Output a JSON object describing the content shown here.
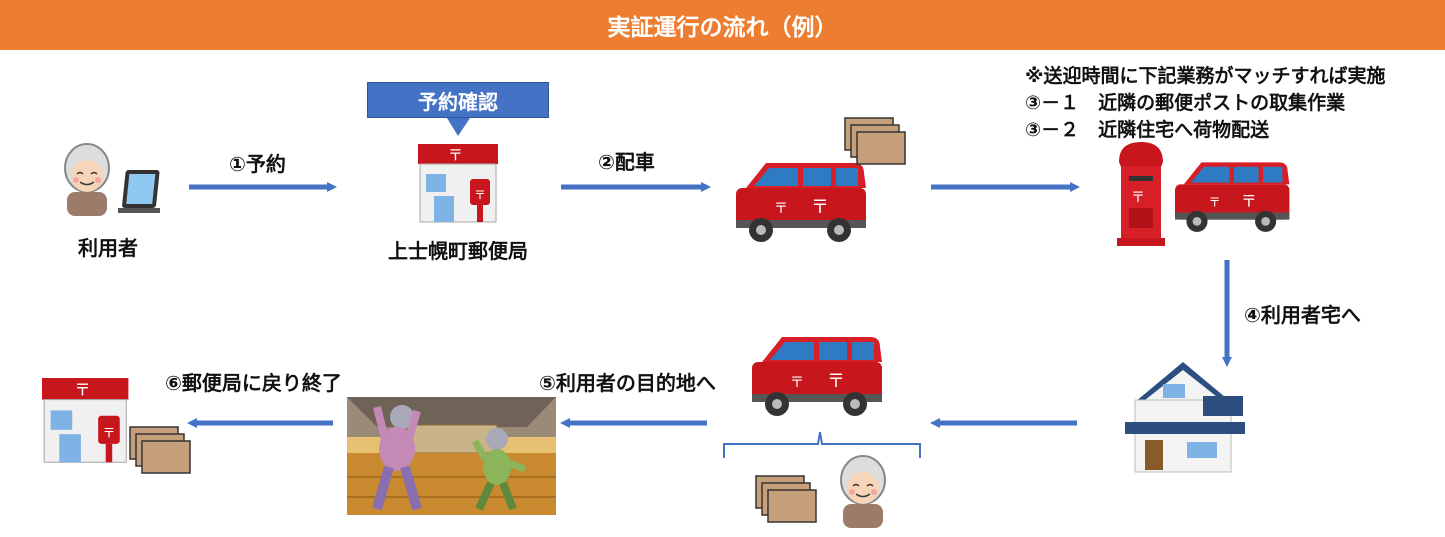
{
  "title": "実証運行の流れ（例）",
  "nodes": {
    "user": "利用者",
    "post_office": "上士幌町郵便局",
    "reservation_check": "予約確認"
  },
  "steps": {
    "s1": "①予約",
    "s2": "②配車",
    "s4": "④利用者宅へ",
    "s5": "⑤利用者の目的地へ",
    "s6": "⑥郵便局に戻り終了"
  },
  "note": {
    "line1": "※送迎時間に下記業務がマッチすれば実施",
    "line2": "③－１　近隣の郵便ポストの取集作業",
    "line3": "③－２　近隣住宅へ荷物配送"
  },
  "colors": {
    "title_bar": "#ed7d31",
    "arrow": "#4472c4",
    "postal_red": "#c8161d"
  }
}
